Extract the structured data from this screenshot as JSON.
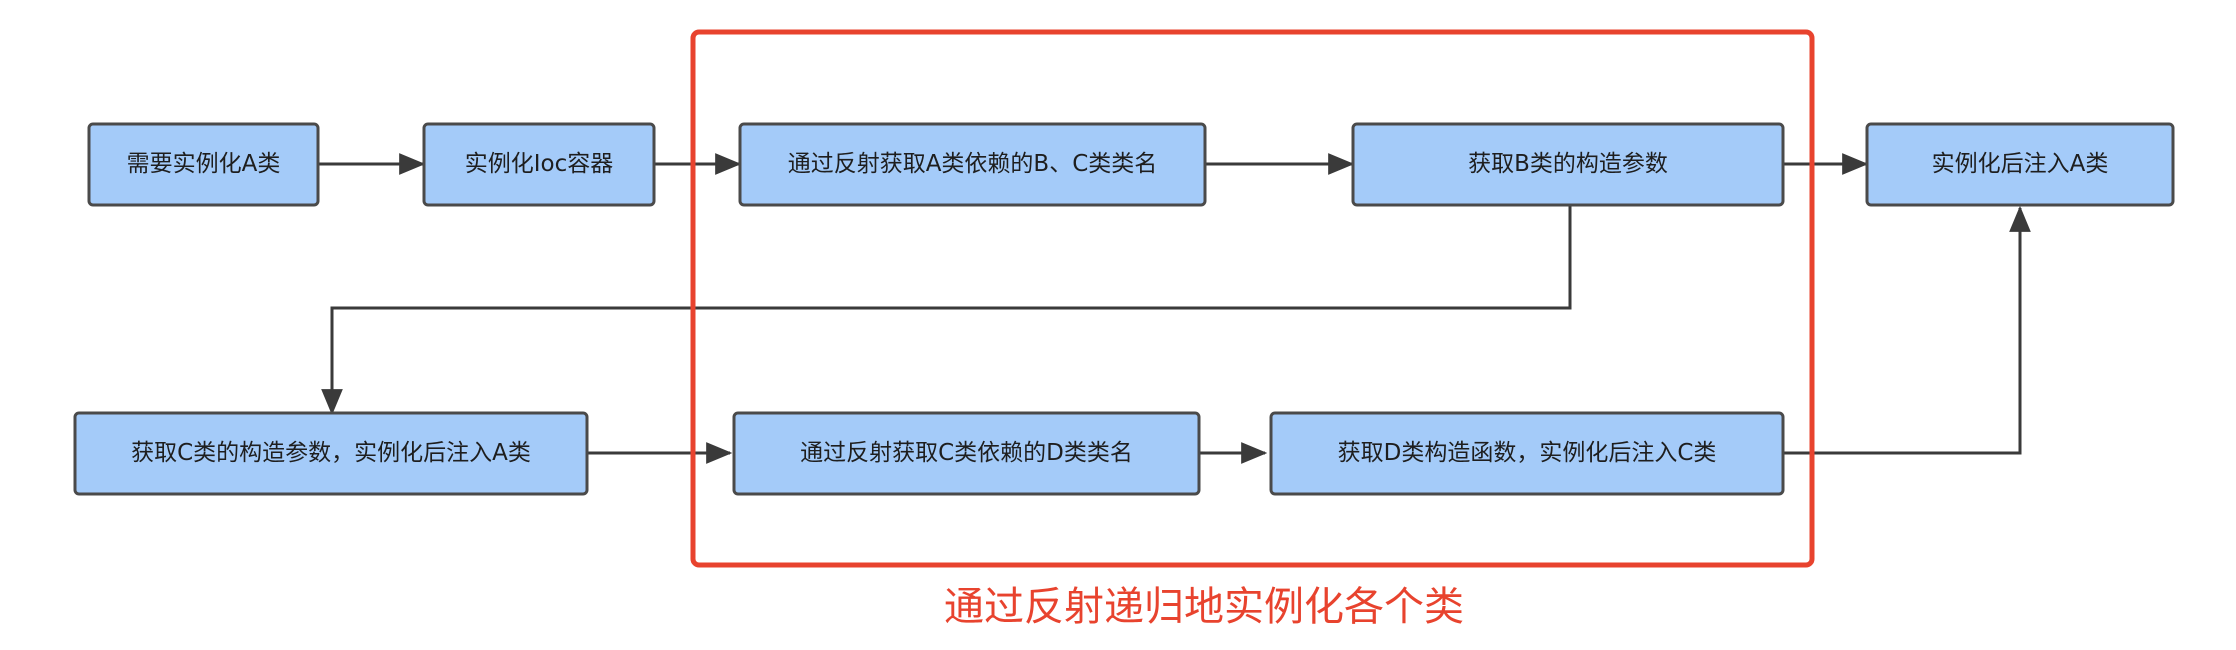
{
  "diagram": {
    "nodes": {
      "n1": "需要实例化A类",
      "n2": "实例化Ioc容器",
      "n3": "通过反射获取A类依赖的B、C类类名",
      "n4": "获取B类的构造参数",
      "n5": "实例化后注入A类",
      "n6": "获取C类的构造参数，实例化后注入A类",
      "n7": "通过反射获取C类依赖的D类类名",
      "n8": "获取D类构造函数，实例化后注入C类"
    },
    "highlight_caption": "通过反射递归地实例化各个类",
    "colors": {
      "node_fill": "#a4cbf9",
      "node_border": "#4a4a4a",
      "edge": "#3a3a3a",
      "highlight": "#e8432e"
    }
  }
}
